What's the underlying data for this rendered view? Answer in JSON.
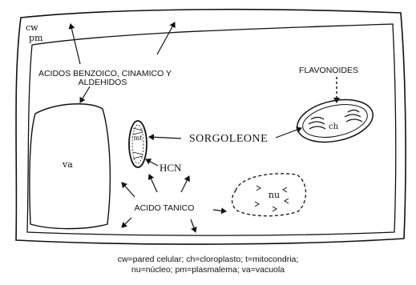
{
  "labels": {
    "cw": "cw",
    "pm": "pm",
    "acids_line1": "ACIDOS BENZOICO, CINAMICO Y",
    "acids_line2": "ALDEHIDOS",
    "flavonoides": "FLAVONOIDES",
    "sorgoleone": "SORGOLEONE",
    "hcn": "HCN",
    "acido_tanico": "ACIDO TANICO",
    "va": "va",
    "mt": "mt",
    "ch": "ch",
    "nu": "nu"
  },
  "caption": {
    "line1": "cw=pared celular; ch=cloroplasto; t=mitocondria;",
    "line2": "nu=núcleo; pm=plasmalema; va=vacuola"
  }
}
